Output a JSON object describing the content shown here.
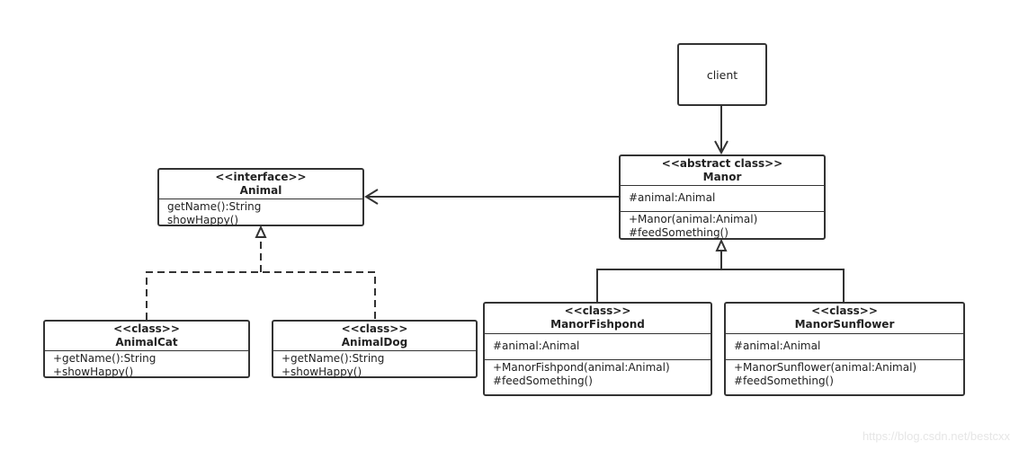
{
  "client": {
    "label": "client"
  },
  "classes": [
    {
      "id": "animal",
      "stereotype": "<<interface>>",
      "name": "Animal",
      "attributes": [],
      "methods": [
        "getName():String",
        "showHappy()"
      ]
    },
    {
      "id": "manor",
      "stereotype": "<<abstract class>>",
      "name": "Manor",
      "attributes": [
        "#animal:Animal"
      ],
      "methods": [
        "+Manor(animal:Animal)",
        "#feedSomething()"
      ]
    },
    {
      "id": "animal-cat",
      "stereotype": "<<class>>",
      "name": "AnimalCat",
      "attributes": [],
      "methods": [
        "+getName():String",
        "+showHappy()"
      ]
    },
    {
      "id": "animal-dog",
      "stereotype": "<<class>>",
      "name": "AnimalDog",
      "attributes": [],
      "methods": [
        "+getName():String",
        "+showHappy()"
      ]
    },
    {
      "id": "manor-fishpond",
      "stereotype": "<<class>>",
      "name": "ManorFishpond",
      "attributes": [
        "#animal:Animal"
      ],
      "methods": [
        "+ManorFishpond(animal:Animal)",
        "#feedSomething()"
      ]
    },
    {
      "id": "manor-sunflower",
      "stereotype": "<<class>>",
      "name": "ManorSunflower",
      "attributes": [
        "#animal:Animal"
      ],
      "methods": [
        "+ManorSunflower(animal:Animal)",
        "#feedSomething()"
      ]
    }
  ],
  "relations": [
    {
      "from": "client",
      "to": "manor",
      "type": "association"
    },
    {
      "from": "manor",
      "to": "animal",
      "type": "association"
    },
    {
      "from": "animal-cat",
      "to": "animal",
      "type": "realization"
    },
    {
      "from": "animal-dog",
      "to": "animal",
      "type": "realization"
    },
    {
      "from": "manor-fishpond",
      "to": "manor",
      "type": "generalization"
    },
    {
      "from": "manor-sunflower",
      "to": "manor",
      "type": "generalization"
    }
  ],
  "watermark": "https://blog.csdn.net/bestcxx"
}
